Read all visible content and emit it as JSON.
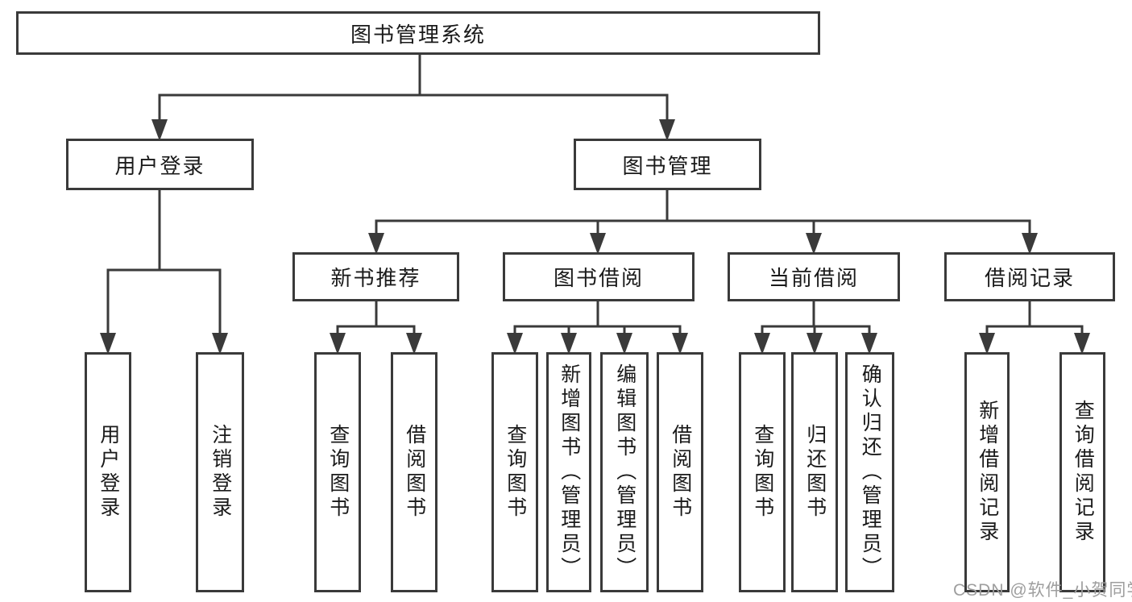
{
  "tree": {
    "root": {
      "label": "图书管理系统"
    },
    "level1": [
      {
        "label": "用户登录",
        "leaves": [
          {
            "label": "用户登录"
          },
          {
            "label": "注销登录"
          }
        ]
      },
      {
        "label": "图书管理",
        "groups": [
          {
            "label": "新书推荐",
            "leaves": [
              {
                "label": "查询图书"
              },
              {
                "label": "借阅图书"
              }
            ]
          },
          {
            "label": "图书借阅",
            "leaves": [
              {
                "label": "查询图书"
              },
              {
                "label": "新增图书（管理员）"
              },
              {
                "label": "编辑图书（管理员）"
              },
              {
                "label": "借阅图书"
              }
            ]
          },
          {
            "label": "当前借阅",
            "leaves": [
              {
                "label": "查询图书"
              },
              {
                "label": "归还图书"
              },
              {
                "label": "确认归还（管理员）"
              }
            ]
          },
          {
            "label": "借阅记录",
            "leaves": [
              {
                "label": "新增借阅记录"
              },
              {
                "label": "查询借阅记录"
              }
            ]
          }
        ]
      }
    ]
  },
  "watermark": {
    "text": "CSDN @软件_小贺同学"
  },
  "colors": {
    "line": "#3a3a3a",
    "text": "#1a1a1a",
    "watermark": "#9e9e9e",
    "background": "#ffffff"
  }
}
